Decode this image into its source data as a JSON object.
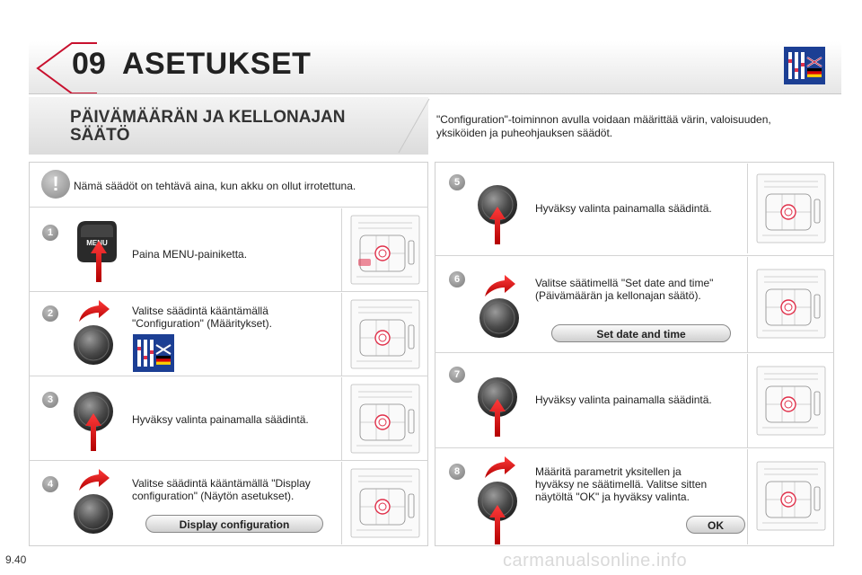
{
  "header": {
    "chapter": "09",
    "title": "ASETUKSET"
  },
  "section": {
    "title_line1": "PÄIVÄMÄÄRÄN JA KELLONAJAN",
    "title_line2": "SÄÄTÖ",
    "intro_line1": "\"Configuration\"-toiminnon avulla voidaan määrittää värin, valoisuuden,",
    "intro_line2": "yksiköiden ja puheohjauksen säädöt."
  },
  "warning": {
    "badge": "!",
    "text": "Nämä säädöt on tehtävä aina, kun akku on ollut irrotettuna."
  },
  "steps_left": [
    {
      "num": "1",
      "line1": "Paina MENU-painiketta.",
      "line2": "",
      "menu_key": "MENU"
    },
    {
      "num": "2",
      "line1": "Valitse säädintä kääntämällä",
      "line2": "\"Configuration\" (Määritykset)."
    },
    {
      "num": "3",
      "line1": "Hyväksy valinta painamalla säädintä.",
      "line2": ""
    },
    {
      "num": "4",
      "line1": "Valitse säädintä kääntämällä \"Display",
      "line2": "configuration\" (Näytön asetukset).",
      "button": "Display configuration"
    }
  ],
  "steps_right": [
    {
      "num": "5",
      "line1": "Hyväksy valinta painamalla säädintä.",
      "line2": ""
    },
    {
      "num": "6",
      "line1": "Valitse säätimellä \"Set date and time\"",
      "line2": "(Päivämäärän ja kellonajan säätö).",
      "button": "Set date and time"
    },
    {
      "num": "7",
      "line1": "Hyväksy valinta painamalla säädintä.",
      "line2": ""
    },
    {
      "num": "8",
      "line1": "Määritä parametrit yksitellen ja",
      "line2": "hyväksy ne säätimellä. Valitse sitten",
      "line3": "näytöltä \"OK\" ja hyväksy valinta.",
      "button": "OK"
    }
  ],
  "footer": {
    "page": "9.40",
    "watermark": "carmanualsonline.info"
  },
  "colors": {
    "accent_red": "#c8102e",
    "badge_grey": "#8a8a8a",
    "flag_blue": "#1c3f94",
    "knob_dark": "#3a3a3a"
  }
}
